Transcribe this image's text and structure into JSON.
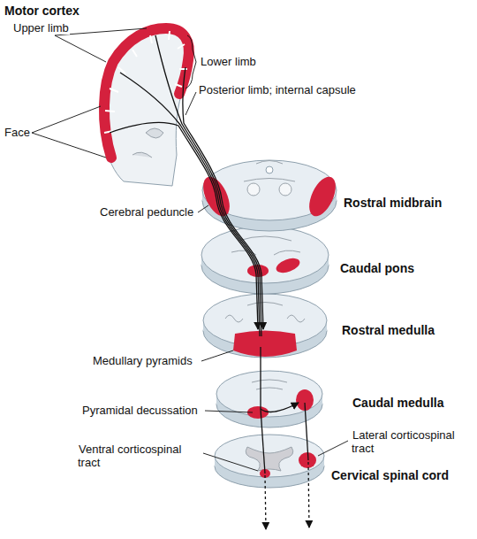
{
  "diagram": {
    "labels": [
      "Motor cortex",
      "Upper limb",
      "Lower limb",
      "Face",
      "Posterior limb; internal capsule",
      "Rostral midbrain",
      "Cerebral peduncle",
      "Caudal pons",
      "Rostral medulla",
      "Medullary pyramids",
      "Pyramidal decussation",
      "Caudal medulla",
      "Ventral corticospinal tract",
      "Lateral corticospinal tract",
      "Cervical spinal cord"
    ]
  }
}
